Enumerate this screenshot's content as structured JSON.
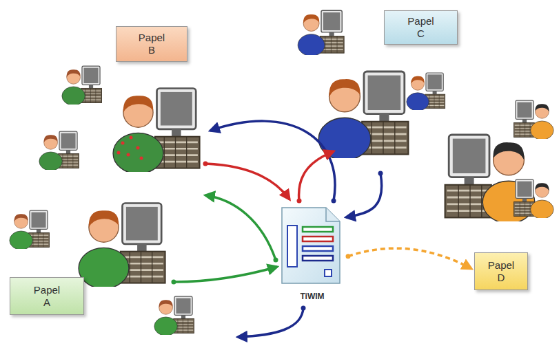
{
  "diagram": {
    "nodes": [
      {
        "text": [
          "Papel B"
        ]
      },
      {
        "text": [
          "Papel C"
        ]
      },
      {
        "text": [
          "TiWIM"
        ]
      },
      {
        "text": [
          "Papel D"
        ]
      },
      {
        "text": [
          "Papel A"
        ]
      }
    ],
    "edges": [
      {
        "from": 2,
        "to": 3,
        "arrow": "to"
      }
    ]
  }
}
